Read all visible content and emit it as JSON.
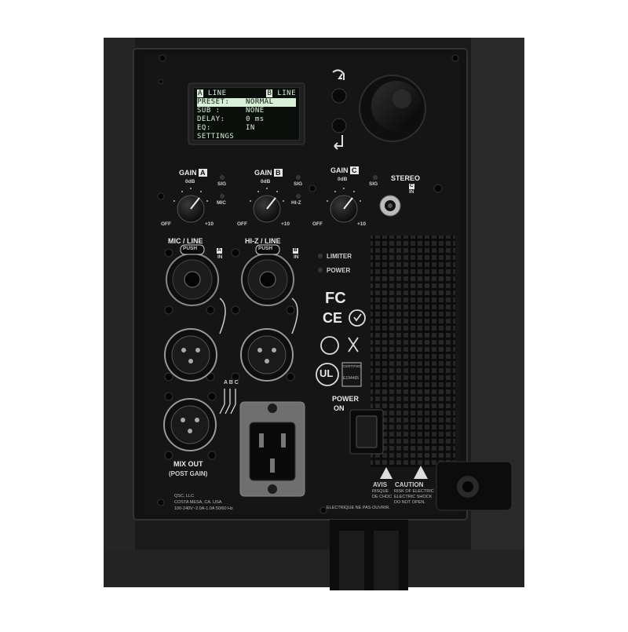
{
  "display": {
    "header_a": "LINE",
    "header_b": "LINE",
    "header_a_tag": "A",
    "header_b_tag": "B",
    "rows": [
      {
        "key": "PRESET:",
        "value": "NORMAL",
        "selected": true
      },
      {
        "key": "SUB :",
        "value": "NONE",
        "selected": false
      },
      {
        "key": "DELAY:",
        "value": "0 ms",
        "selected": false
      },
      {
        "key": "EQ:",
        "value": "IN",
        "selected": false
      },
      {
        "key": "SETTINGS",
        "value": "",
        "selected": false
      }
    ]
  },
  "gains": [
    {
      "title": "GAIN",
      "channel": "A",
      "zero": "0dB",
      "led1": "SIG",
      "led2": "MIC",
      "off": "OFF",
      "max": "+10"
    },
    {
      "title": "GAIN",
      "channel": "B",
      "zero": "0dB",
      "led1": "SIG",
      "led2": "HI-Z",
      "off": "OFF",
      "max": "+10"
    },
    {
      "title": "GAIN",
      "channel": "C",
      "zero": "0dB",
      "led1": "SIG",
      "off": "OFF",
      "max": "+10"
    }
  ],
  "stereo": {
    "label": "STEREO",
    "tag_top": "C",
    "tag_bottom": "IN"
  },
  "inputs": [
    {
      "label": "MIC / LINE",
      "push": "PUSH",
      "tag_top": "A",
      "tag_bottom": "IN"
    },
    {
      "label": "HI-Z / LINE",
      "push": "PUSH",
      "tag_top": "B",
      "tag_bottom": "IN"
    }
  ],
  "indicators": {
    "limiter": "LIMITER",
    "power": "POWER"
  },
  "mix_out": {
    "line1": "MIX OUT",
    "line2": "(POST GAIN)",
    "abc": "A B C"
  },
  "power_switch": {
    "line1": "POWER",
    "line2": "ON"
  },
  "certs": {
    "fc": "FC",
    "ce": "CE",
    "ul": "UL",
    "ul_sub": "CERTIFIED",
    "ul_no": "E194465"
  },
  "warnings": {
    "avis_title": "AVIS",
    "avis_text": [
      "RISQUE",
      "DE CHOC"
    ],
    "caution_title": "CAUTION",
    "caution_text": [
      "RISK OF ELECTRIC",
      "ELECTRIC SHOCK",
      "DO NOT OPEN."
    ],
    "bottom_text": "ELECTRIQUE NE PAS OUVRIR."
  },
  "maker": {
    "line1": "QSC, LLC",
    "line2": "COSTA MESA, CA. USA",
    "line3": "100-240V~2.0A-1.0A 50/60 Hz"
  },
  "colors": {
    "panel": "#161616",
    "frame": "#222222",
    "text": "#e8e8e8"
  }
}
